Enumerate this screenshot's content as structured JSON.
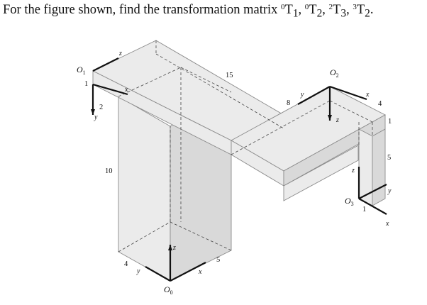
{
  "question": {
    "prefix": "For the figure shown, find the transformation matrix ",
    "t1_sup": "0",
    "t1": "T",
    "t1_sub": "1",
    "t2_sup": "0",
    "t2": "T",
    "t2_sub": "2",
    "t3_sup": "2",
    "t3": "T",
    "t3_sub": "3",
    "t4_sup": "3",
    "t4": "T",
    "t4_sub": "2",
    "sep": ", ",
    "end": "."
  },
  "frames": {
    "o0": {
      "name": "O",
      "sub": "0"
    },
    "o1": {
      "name": "O",
      "sub": "1"
    },
    "o2": {
      "name": "O",
      "sub": "2"
    },
    "o3": {
      "name": "O",
      "sub": "3"
    }
  },
  "axis_letters": {
    "x": "x",
    "y": "y",
    "z": "z"
  },
  "dimensions": {
    "d15": "15",
    "d10": "10",
    "d8": "8",
    "d5_right": "5",
    "d5_base": "5",
    "d4_base": "4",
    "d4_top": "4",
    "d2": "2",
    "d1_left": "1",
    "d1_right": "1",
    "d1_o3": "1"
  }
}
